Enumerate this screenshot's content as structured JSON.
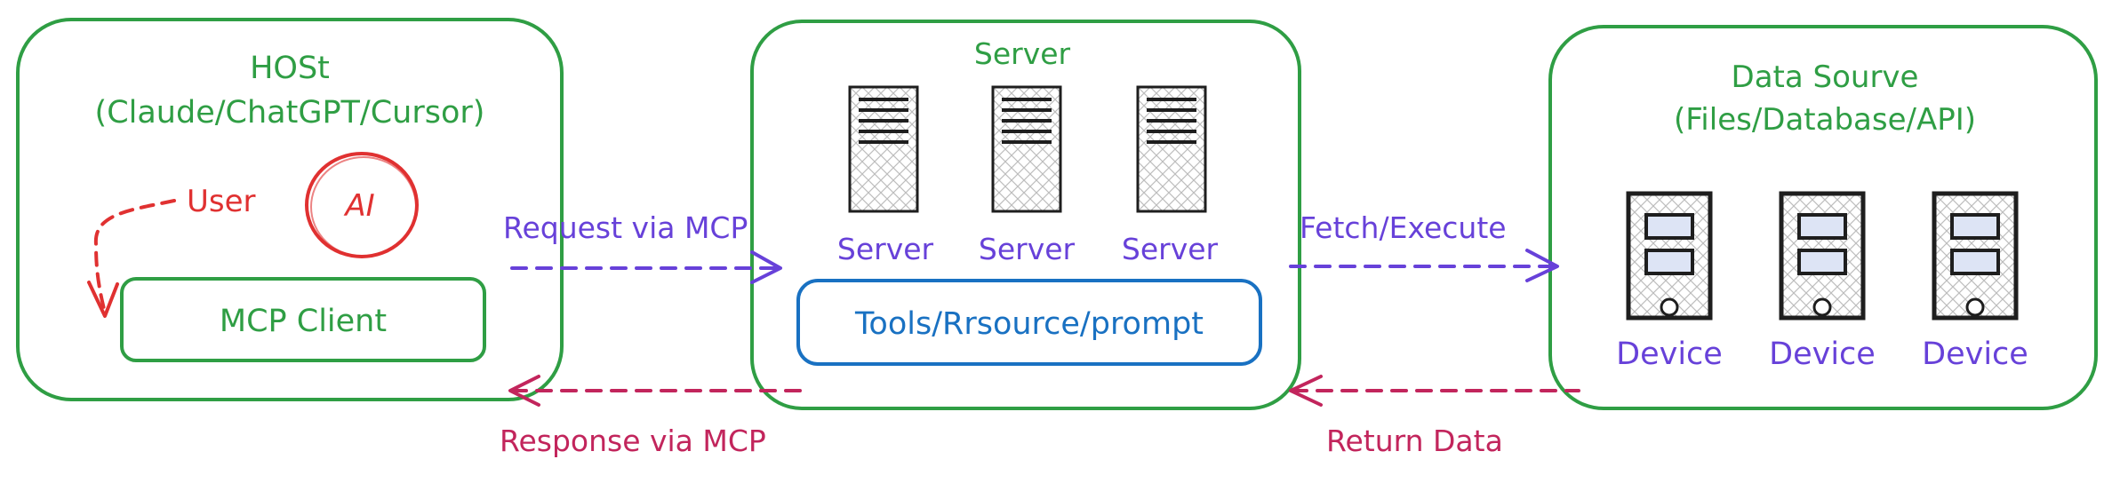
{
  "host": {
    "title": "HOSt",
    "subtitle": "(Claude/ChatGPT/Cursor)",
    "user_label": "User",
    "ai_label": "AI",
    "client_label": "MCP Client"
  },
  "server": {
    "title": "Server",
    "items": [
      "Server",
      "Server",
      "Server"
    ],
    "tools_label": "Tools/Rrsource/prompt"
  },
  "datasource": {
    "title": "Data Sourve",
    "subtitle": "(Files/Database/API)",
    "devices": [
      "Device",
      "Device",
      "Device"
    ]
  },
  "arrows": {
    "request": "Request via MCP",
    "response": "Response via MCP",
    "fetch": "Fetch/Execute",
    "return": "Return Data"
  },
  "colors": {
    "green": "#2f9e44",
    "purple": "#6741d9",
    "red": "#e03131",
    "crimson": "#c2255c",
    "blue": "#1971c2",
    "ink": "#1e1e1e"
  }
}
